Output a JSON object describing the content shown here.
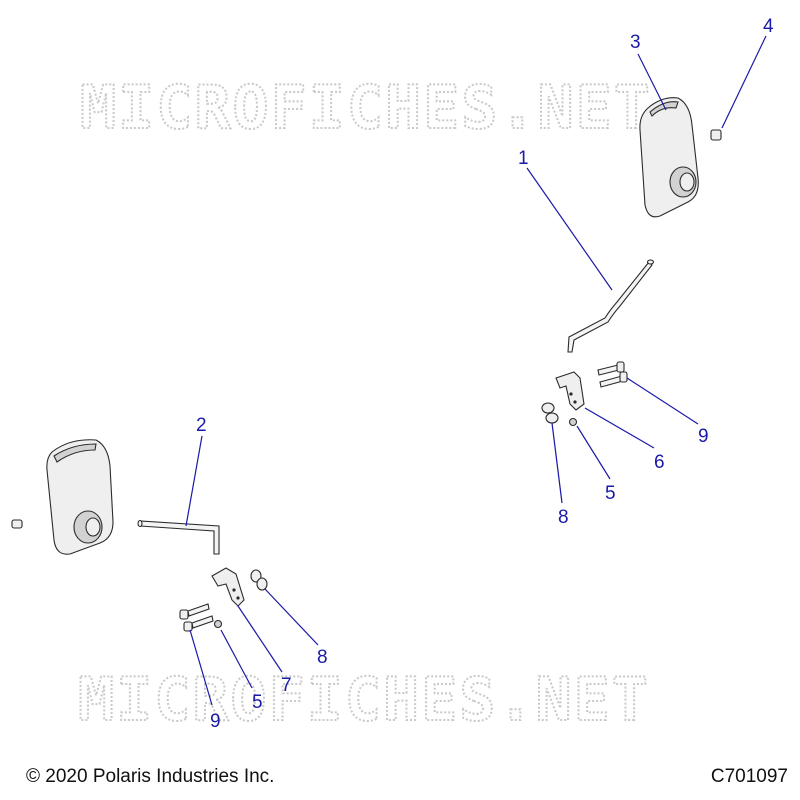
{
  "watermark_text": "MICROFICHES.NET",
  "callouts": {
    "c1": "1",
    "c2": "2",
    "c3": "3",
    "c4": "4",
    "c5a": "5",
    "c5b": "5",
    "c6": "6",
    "c7": "7",
    "c8a": "8",
    "c8b": "8",
    "c9a": "9",
    "c9b": "9"
  },
  "footer": {
    "copyright": "© 2020 Polaris Industries Inc.",
    "diagram_code": "C701097"
  }
}
